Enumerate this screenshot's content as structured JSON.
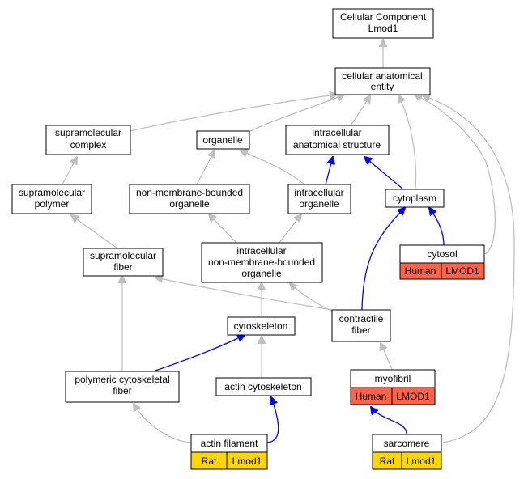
{
  "nodes": {
    "root": {
      "lines": [
        "Cellular Component",
        "Lmod1"
      ]
    },
    "cae": {
      "lines": [
        "cellular anatomical",
        "entity"
      ]
    },
    "supcomplex": {
      "lines": [
        "supramolecular",
        "complex"
      ]
    },
    "organelle": {
      "lines": [
        "organelle"
      ]
    },
    "ias": {
      "lines": [
        "intracellular",
        "anatomical structure"
      ]
    },
    "suppolymer": {
      "lines": [
        "supramolecular",
        "polymer"
      ]
    },
    "nmbo": {
      "lines": [
        "non-membrane-bounded",
        "organelle"
      ]
    },
    "icorg": {
      "lines": [
        "intracellular",
        "organelle"
      ]
    },
    "cytoplasm": {
      "lines": [
        "cytoplasm"
      ]
    },
    "cytosol": {
      "lines": [
        "cytosol"
      ],
      "badges": [
        "Human",
        "LMOD1"
      ]
    },
    "supfiber": {
      "lines": [
        "supramolecular",
        "fiber"
      ]
    },
    "icnmbo": {
      "lines": [
        "intracellular",
        "non-membrane-bounded",
        "organelle"
      ]
    },
    "cytoskeleton": {
      "lines": [
        "cytoskeleton"
      ]
    },
    "contractile": {
      "lines": [
        "contractile",
        "fiber"
      ]
    },
    "polycyto": {
      "lines": [
        "polymeric cytoskeletal",
        "fiber"
      ]
    },
    "actincyto": {
      "lines": [
        "actin cytoskeleton"
      ]
    },
    "myofibril": {
      "lines": [
        "myofibril"
      ],
      "badges": [
        "Human",
        "LMOD1"
      ]
    },
    "actinfil": {
      "lines": [
        "actin filament"
      ],
      "badges": [
        "Rat",
        "Lmod1"
      ]
    },
    "sarcomere": {
      "lines": [
        "sarcomere"
      ],
      "badges": [
        "Rat",
        "Lmod1"
      ]
    }
  },
  "badge_colors": {
    "Human": "#ff6347",
    "LMOD1": "#ff6347",
    "Rat": "#ffd700",
    "Lmod1": "#ffd700"
  },
  "edge_colors": {
    "is_a": "#bfbfbf",
    "part_of": "#0000ff"
  }
}
